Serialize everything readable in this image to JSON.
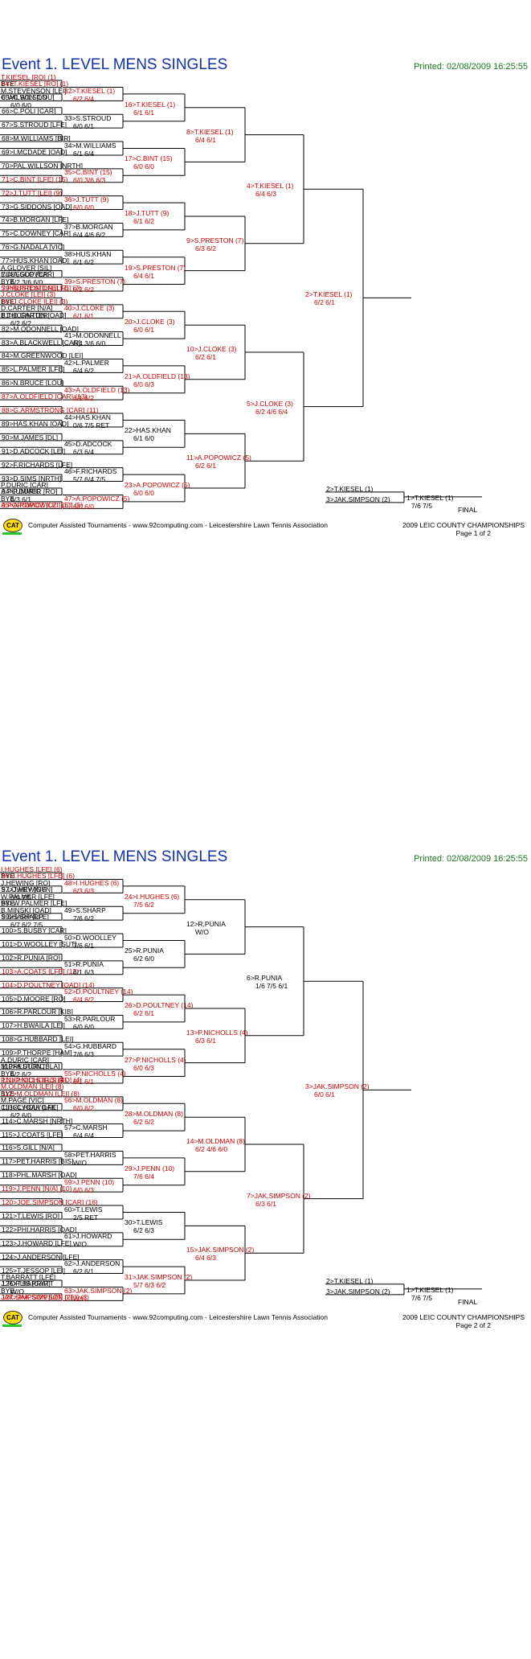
{
  "pages": [
    {
      "title": "Event 1. LEVEL MENS SINGLES",
      "printed": "Printed: 02/08/2009 16:25:55",
      "footer_left": "Computer Assisted Tournaments - www.92computing.com -  Leicestershire Lawn Tennis Association",
      "footer_right1": "2009 LEIC COUNTY CHAMPIONSHIPS",
      "footer_right2": "Page 1 of 2",
      "left_entries": [
        {
          "text": "T.KIESEL [RO] (1)",
          "red": true
        },
        {
          "text": "BYE"
        },
        {
          "text": "M.STEVENSON [LEI]"
        },
        {
          "text": "C.WILSON [LOU]"
        },
        {
          "text": ""
        },
        {
          "text": ""
        },
        {
          "text": ""
        },
        {
          "text": ""
        },
        {
          "text": ""
        },
        {
          "text": ""
        },
        {
          "text": ""
        },
        {
          "text": ""
        },
        {
          "text": ""
        },
        {
          "text": ""
        },
        {
          "text": ""
        },
        {
          "text": ""
        },
        {
          "text": ""
        },
        {
          "text": ""
        },
        {
          "text": ""
        },
        {
          "text": ""
        },
        {
          "text": ""
        },
        {
          "text": ""
        },
        {
          "text": ""
        },
        {
          "text": ""
        },
        {
          "text": ""
        },
        {
          "text": ""
        },
        {
          "text": ""
        },
        {
          "text": ""
        },
        {
          "text": ""
        },
        {
          "text": ""
        },
        {
          "text": ""
        },
        {
          "text": ""
        },
        {
          "text": ""
        },
        {
          "text": ""
        },
        {
          "text": ""
        },
        {
          "text": ""
        },
        {
          "text": ""
        },
        {
          "text": ""
        },
        {
          "text": ""
        },
        {
          "text": ""
        },
        {
          "text": ""
        },
        {
          "text": ""
        },
        {
          "text": ""
        },
        {
          "text": ""
        },
        {
          "text": ""
        },
        {
          "text": ""
        },
        {
          "text": ""
        },
        {
          "text": ""
        },
        {
          "text": ""
        },
        {
          "text": ""
        },
        {
          "text": ""
        },
        {
          "text": ""
        },
        {
          "text": ""
        },
        {
          "text": ""
        },
        {
          "text": ""
        },
        {
          "text": ""
        },
        {
          "text": ""
        },
        {
          "text": ""
        },
        {
          "text": ""
        },
        {
          "text": ""
        },
        {
          "text": ""
        },
        {
          "text": ""
        },
        {
          "text": ""
        },
        {
          "text": ""
        }
      ],
      "r1": [
        {
          "name": "64>T.KIESEL [RO] (1)",
          "score": "",
          "red": true
        },
        {
          "name": "65>C.WILSON",
          "score": "6/0 6/0"
        },
        {
          "name": "66>C.POLI [CAR]",
          "score": ""
        },
        {
          "name": "67>S.STROUD [LFE]",
          "score": ""
        },
        {
          "name": "68>M.WILLIAMS [BIR]",
          "score": ""
        },
        {
          "name": "69>I.MCDADE [OAD]",
          "score": ""
        },
        {
          "name": "70>PAL.WILLSON [NRTH]",
          "score": ""
        },
        {
          "name": "71>C.BINT [LFE] (15)",
          "score": "",
          "red": true
        },
        {
          "name": "72>J.TUTT [LEI] (9)",
          "score": "",
          "red": true
        },
        {
          "name": "73>G.SIDDONS [OAD]",
          "score": ""
        },
        {
          "name": "74>B.MORGAN [LFE]",
          "score": ""
        },
        {
          "name": "75>C.DOWNEY [CAR]",
          "score": ""
        },
        {
          "name": "76>G.NADALA [VIC]",
          "score": ""
        },
        {
          "name": "77>HUS.KHAN [OAD]",
          "score": ""
        },
        {
          "name": "78>A.GLOVER",
          "score": "6/2 3/6 6/0"
        },
        {
          "name": "79>S.PRESTON [LFE] (7)",
          "score": "",
          "red": true
        },
        {
          "name": "80>J.CLOKE [LEI] (3)",
          "score": "",
          "red": true
        },
        {
          "name": "81>D.CARTER",
          "score": "6/2 6/2"
        },
        {
          "name": "82>M.ODONNELL [OAD]",
          "score": ""
        },
        {
          "name": "83>A.BLACKWELL [CAR]",
          "score": ""
        },
        {
          "name": "84>M.GREENWOOD [LEI]",
          "score": ""
        },
        {
          "name": "85>L.PALMER [LFE]",
          "score": ""
        },
        {
          "name": "86>N.BRUCE [LOU]",
          "score": ""
        },
        {
          "name": "87>A.OLDFIELD [CAR] (13)",
          "score": "",
          "red": true
        },
        {
          "name": "88>G.ARMSTRONG [CAR] (11)",
          "score": "",
          "red": true
        },
        {
          "name": "89>HAS.KHAN [OAD]",
          "score": ""
        },
        {
          "name": "90>M.JAMES [DL]",
          "score": ""
        },
        {
          "name": "91>D.ADCOCK [LEI]",
          "score": ""
        },
        {
          "name": "92>F.RICHARDS [LFE]",
          "score": ""
        },
        {
          "name": "93>D.SIMS [NRTH]",
          "score": ""
        },
        {
          "name": "94>P.DURIC",
          "score": "6/3 6/1"
        },
        {
          "name": "95>A.POPOWICZ [LEI] (5)",
          "score": "",
          "red": true
        }
      ],
      "r2": [
        {
          "name": "32>T.KIESEL (1)",
          "score": "6/2 6/4",
          "red": true
        },
        {
          "name": "33>S.STROUD",
          "score": "6/0 6/1"
        },
        {
          "name": "34>M.WILLIAMS",
          "score": "6/1 6/4"
        },
        {
          "name": "35>C.BINT (15)",
          "score": "6/0 3/6 6/3",
          "red": true
        },
        {
          "name": "36>J.TUTT (9)",
          "score": "6/0 6/0",
          "red": true
        },
        {
          "name": "37>B.MORGAN",
          "score": "6/4 4/6 6/2"
        },
        {
          "name": "38>HUS.KHAN",
          "score": "6/1 6/2"
        },
        {
          "name": "39>S.PRESTON (7)",
          "score": "6/2 6/2",
          "red": true
        },
        {
          "name": "40>J.CLOKE (3)",
          "score": "6/1 6/1",
          "red": true
        },
        {
          "name": "41>M.ODONNELL",
          "score": "6/4 3/6 6/0"
        },
        {
          "name": "42>L.PALMER",
          "score": "6/4 6/2"
        },
        {
          "name": "43>A.OLDFIELD (13)",
          "score": "6/1 6/2",
          "red": true
        },
        {
          "name": "44>HAS.KHAN",
          "score": "0/6 7/5 RET"
        },
        {
          "name": "45>D.ADCOCK",
          "score": "6/3 6/4"
        },
        {
          "name": "46>F.RICHARDS",
          "score": "5/7 6/4 7/5"
        },
        {
          "name": "47>A.POPOWICZ (5)",
          "score": "6/0 6/0",
          "red": true
        }
      ],
      "r3": [
        {
          "name": "16>T.KIESEL (1)",
          "score": "6/1 6/1",
          "red": true
        },
        {
          "name": "17>C.BINT (15)",
          "score": "6/0 6/0",
          "red": true
        },
        {
          "name": "18>J.TUTT (9)",
          "score": "6/1 6/2",
          "red": true
        },
        {
          "name": "19>S.PRESTON (7)",
          "score": "6/4 6/1",
          "red": true
        },
        {
          "name": "20>J.CLOKE (3)",
          "score": "6/0 6/1",
          "red": true
        },
        {
          "name": "21>A.OLDFIELD (13)",
          "score": "6/0 6/3",
          "red": true
        },
        {
          "name": "22>HAS.KHAN",
          "score": "6/1 6/0"
        },
        {
          "name": "23>A.POPOWICZ (5)",
          "score": "6/0 6/0",
          "red": true
        }
      ],
      "r4": [
        {
          "name": "8>T.KIESEL (1)",
          "score": "6/4 6/1",
          "red": true
        },
        {
          "name": "9>S.PRESTON (7)",
          "score": "6/3 6/2",
          "red": true
        },
        {
          "name": "10>J.CLOKE (3)",
          "score": "6/2 6/1",
          "red": true
        },
        {
          "name": "11>A.POPOWICZ (5)",
          "score": "6/2 6/1",
          "red": true
        }
      ],
      "r5": [
        {
          "name": "4>T.KIESEL (1)",
          "score": "6/4 6/3",
          "red": true
        },
        {
          "name": "5>J.CLOKE (3)",
          "score": "6/2 4/6 6/4",
          "red": true
        }
      ],
      "r6": [
        {
          "name": "2>T.KIESEL (1)",
          "score": "6/2 6/1",
          "red": true
        }
      ],
      "final_a": "2>T.KIESEL (1)",
      "final_b": "3>JAK.SIMPSON (2)",
      "winner": "1>T.KIESEL (1)",
      "winner_score": "7/6 7/5",
      "final_label": "FINAL"
    },
    {
      "title": "Event 1. LEVEL MENS SINGLES",
      "printed": "Printed: 02/08/2009 16:25:55",
      "footer_left": "Computer Assisted Tournaments - www.92computing.com -  Leicestershire Lawn Tennis Association",
      "footer_right1": "2009 LEIC COUNTY CHAMPIONSHIPS",
      "footer_right2": "Page 2 of 2",
      "r1": [
        {
          "name": "96>I.HUGHES [LFE] (6)",
          "score": "",
          "red": true
        },
        {
          "name": "97>J.HEWING",
          "score": "6/0 7/5"
        },
        {
          "name": "98>W.PALMER [LFE]",
          "score": ""
        },
        {
          "name": "99>S.SHARP",
          "score": "6/7 6/2 7/5"
        },
        {
          "name": "100>S.BUSBY [CAR]",
          "score": ""
        },
        {
          "name": "101>D.WOOLLEY [SUT]",
          "score": ""
        },
        {
          "name": "102>R.PUNIA [RO]",
          "score": ""
        },
        {
          "name": "103>A.COATS [LFE] (12)",
          "score": "",
          "red": true
        },
        {
          "name": "104>D.POULTNEY [OAD] (14)",
          "score": "",
          "red": true
        },
        {
          "name": "105>D.MOORE [RO]",
          "score": ""
        },
        {
          "name": "106>R.PARLOUR [KIB]",
          "score": ""
        },
        {
          "name": "107>H.BWAILA [LEI]",
          "score": ""
        },
        {
          "name": "108>G.HUBBARD [LEI]",
          "score": ""
        },
        {
          "name": "109>P.THORPE [HAM]",
          "score": ""
        },
        {
          "name": "110>A.DURIC",
          "score": "6/2 6/2"
        },
        {
          "name": "111>P.NICHOLLS [RO] (4)",
          "score": "",
          "red": true
        },
        {
          "name": "112>M.OLDMAN [LEI] (8)",
          "score": "",
          "red": true
        },
        {
          "name": "113>C.HOLYOAK",
          "score": "6/2 6/0"
        },
        {
          "name": "114>C.MARSH [NRTH]",
          "score": ""
        },
        {
          "name": "115>J.COATS [LFE]",
          "score": ""
        },
        {
          "name": "116>S.GILL [N/A]",
          "score": ""
        },
        {
          "name": "117>PET.HARRIS [BIS]",
          "score": ""
        },
        {
          "name": "118>PHL.MARSH [OAD]",
          "score": ""
        },
        {
          "name": "119>J.PENN [N/A] (10)",
          "score": "",
          "red": true
        },
        {
          "name": "120>JOE.SIMPSON [CAR] (16)",
          "score": "",
          "red": true
        },
        {
          "name": "121>T.LEWIS [RO]",
          "score": ""
        },
        {
          "name": "122>PHI.HARRIS [OAD]",
          "score": ""
        },
        {
          "name": "123>J.HOWARD [LFE]",
          "score": ""
        },
        {
          "name": "124>J.ANDERSON [LFE]",
          "score": ""
        },
        {
          "name": "125>T.JESSOP [LEI]",
          "score": ""
        },
        {
          "name": "126>T.BARRATT",
          "score": "W/O"
        },
        {
          "name": "127>JAK.SIMPSON [LEI] (2)",
          "score": "",
          "red": true
        }
      ],
      "r2": [
        {
          "name": "48>I.HUGHES (6)",
          "score": "6/3 6/3",
          "red": true
        },
        {
          "name": "49>S.SHARP",
          "score": "7/6 6/2"
        },
        {
          "name": "50>D.WOOLLEY",
          "score": "7/6 6/1"
        },
        {
          "name": "51>R.PUNIA",
          "score": "6/1 6/3"
        },
        {
          "name": "52>D.POULTNEY (14)",
          "score": "6/4 6/2",
          "red": true
        },
        {
          "name": "53>R.PARLOUR",
          "score": "6/0 6/0"
        },
        {
          "name": "54>G.HUBBARD",
          "score": "7/6 6/3"
        },
        {
          "name": "55>P.NICHOLLS (4)",
          "score": "6/1 6/1",
          "red": true
        },
        {
          "name": "56>M.OLDMAN (8)",
          "score": "6/0 6/2",
          "red": true
        },
        {
          "name": "57>C.MARSH",
          "score": "6/4 6/4"
        },
        {
          "name": "58>PET.HARRIS",
          "score": "W/O"
        },
        {
          "name": "59>J.PENN (10)",
          "score": "6/0 6/3",
          "red": true
        },
        {
          "name": "60>T.LEWIS",
          "score": "2/5 RET"
        },
        {
          "name": "61>J.HOWARD",
          "score": "W/O"
        },
        {
          "name": "62>J.ANDERSON",
          "score": "6/2 6/1"
        },
        {
          "name": "63>JAK.SIMPSON (2)",
          "score": "W/O",
          "red": true
        }
      ],
      "r3": [
        {
          "name": "24>I.HUGHES (6)",
          "score": "7/5 6/2",
          "red": true
        },
        {
          "name": "25>R.PUNIA",
          "score": "6/2 6/0"
        },
        {
          "name": "26>D.POULTNEY (14)",
          "score": "6/2 6/1",
          "red": true
        },
        {
          "name": "27>P.NICHOLLS (4)",
          "score": "6/0 6/3",
          "red": true
        },
        {
          "name": "28>M.OLDMAN (8)",
          "score": "6/2 6/2",
          "red": true
        },
        {
          "name": "29>J.PENN (10)",
          "score": "7/6 6/4",
          "red": true
        },
        {
          "name": "30>T.LEWIS",
          "score": "6/2 6/3"
        },
        {
          "name": "31>JAK.SIMPSON (2)",
          "score": "5/7 6/3 6/2",
          "red": true
        }
      ],
      "r4": [
        {
          "name": "12>R.PUNIA",
          "score": "W/O"
        },
        {
          "name": "13>P.NICHOLLS (4)",
          "score": "6/3 6/1",
          "red": true
        },
        {
          "name": "14>M.OLDMAN (8)",
          "score": "6/2 4/6 6/0",
          "red": true
        },
        {
          "name": "15>JAK.SIMPSON (2)",
          "score": "6/4 6/3",
          "red": true
        }
      ],
      "r5": [
        {
          "name": "6>R.PUNIA",
          "score": "1/6 7/5 6/1"
        },
        {
          "name": "7>JAK.SIMPSON (2)",
          "score": "6/3 6/1",
          "red": true
        }
      ],
      "r6": [
        {
          "name": "3>JAK.SIMPSON (2)",
          "score": "6/0 6/1",
          "red": true
        }
      ],
      "final_a": "2>T.KIESEL (1)",
      "final_b": "3>JAK.SIMPSON (2)",
      "winner": "1>T.KIESEL (1)",
      "winner_score": "7/6 7/5",
      "final_label": "FINAL"
    }
  ],
  "left_page1": [
    {
      "text": "T.KIESEL [RO] (1)",
      "red": true,
      "slot": 0
    },
    {
      "text": "BYE",
      "slot": 1
    },
    {
      "text": "M.STEVENSON [LEI]",
      "slot": 2
    },
    {
      "text": "C.WILSON [LOU]",
      "slot": 3
    },
    {
      "text": "A.GLOVER [SIL]",
      "slot": 28
    },
    {
      "text": "E.JESSOP [CAR]",
      "slot": 29
    },
    {
      "text": "BYE",
      "slot": 30
    },
    {
      "text": "S.PRESTON [LFE] (7)",
      "red": true,
      "slot": 31
    },
    {
      "text": "J.CLOKE [LEI] (3)",
      "red": true,
      "slot": 32
    },
    {
      "text": "BYE",
      "slot": 33
    },
    {
      "text": "D.CARTER [N/A]",
      "slot": 34
    },
    {
      "text": "B.THORNTON [OAD]",
      "slot": 35
    },
    {
      "text": "P.DURIC [CAR]",
      "slot": 60
    },
    {
      "text": "A.PLUMMER [RO]",
      "slot": 61
    },
    {
      "text": "BYE",
      "slot": 62
    },
    {
      "text": "A.POPOWICZ [LEI] (5)",
      "red": true,
      "slot": 63
    }
  ],
  "left_page2": [
    {
      "text": "I.HUGHES [LFE] (6)",
      "red": true,
      "slot": 0
    },
    {
      "text": "BYE",
      "slot": 1
    },
    {
      "text": "J.HEWING [RO]",
      "slot": 2
    },
    {
      "text": "S.LOWRY [GYN]",
      "slot": 3
    },
    {
      "text": "W.PALMER [LFE]",
      "slot": 4
    },
    {
      "text": "BYE",
      "slot": 5
    },
    {
      "text": "B.MINSKI [OAD]",
      "slot": 6
    },
    {
      "text": "S.SHARP [LFE]",
      "slot": 7
    },
    {
      "text": "A.DURIC [CAR]",
      "slot": 28
    },
    {
      "text": "M.PRESTON [BLA]",
      "slot": 29
    },
    {
      "text": "BYE",
      "slot": 30
    },
    {
      "text": "P.NICHOLLS [RO] (4)",
      "red": true,
      "slot": 31
    },
    {
      "text": "M.OLDMAN [LEI] (8)",
      "red": true,
      "slot": 32
    },
    {
      "text": "BYE",
      "slot": 33
    },
    {
      "text": "M.PAGE [VIC]",
      "slot": 34
    },
    {
      "text": "C.HOLYOAK [LFE]",
      "slot": 35
    },
    {
      "text": "T.BARRATT [LFE]",
      "slot": 60
    },
    {
      "text": "J.TOPLIS [CAR]",
      "slot": 61
    },
    {
      "text": "BYE",
      "slot": 62
    },
    {
      "text": "JAK.SIMPSON [LEI] (2)",
      "red": true,
      "slot": 63
    }
  ],
  "cat_label": "CAT"
}
